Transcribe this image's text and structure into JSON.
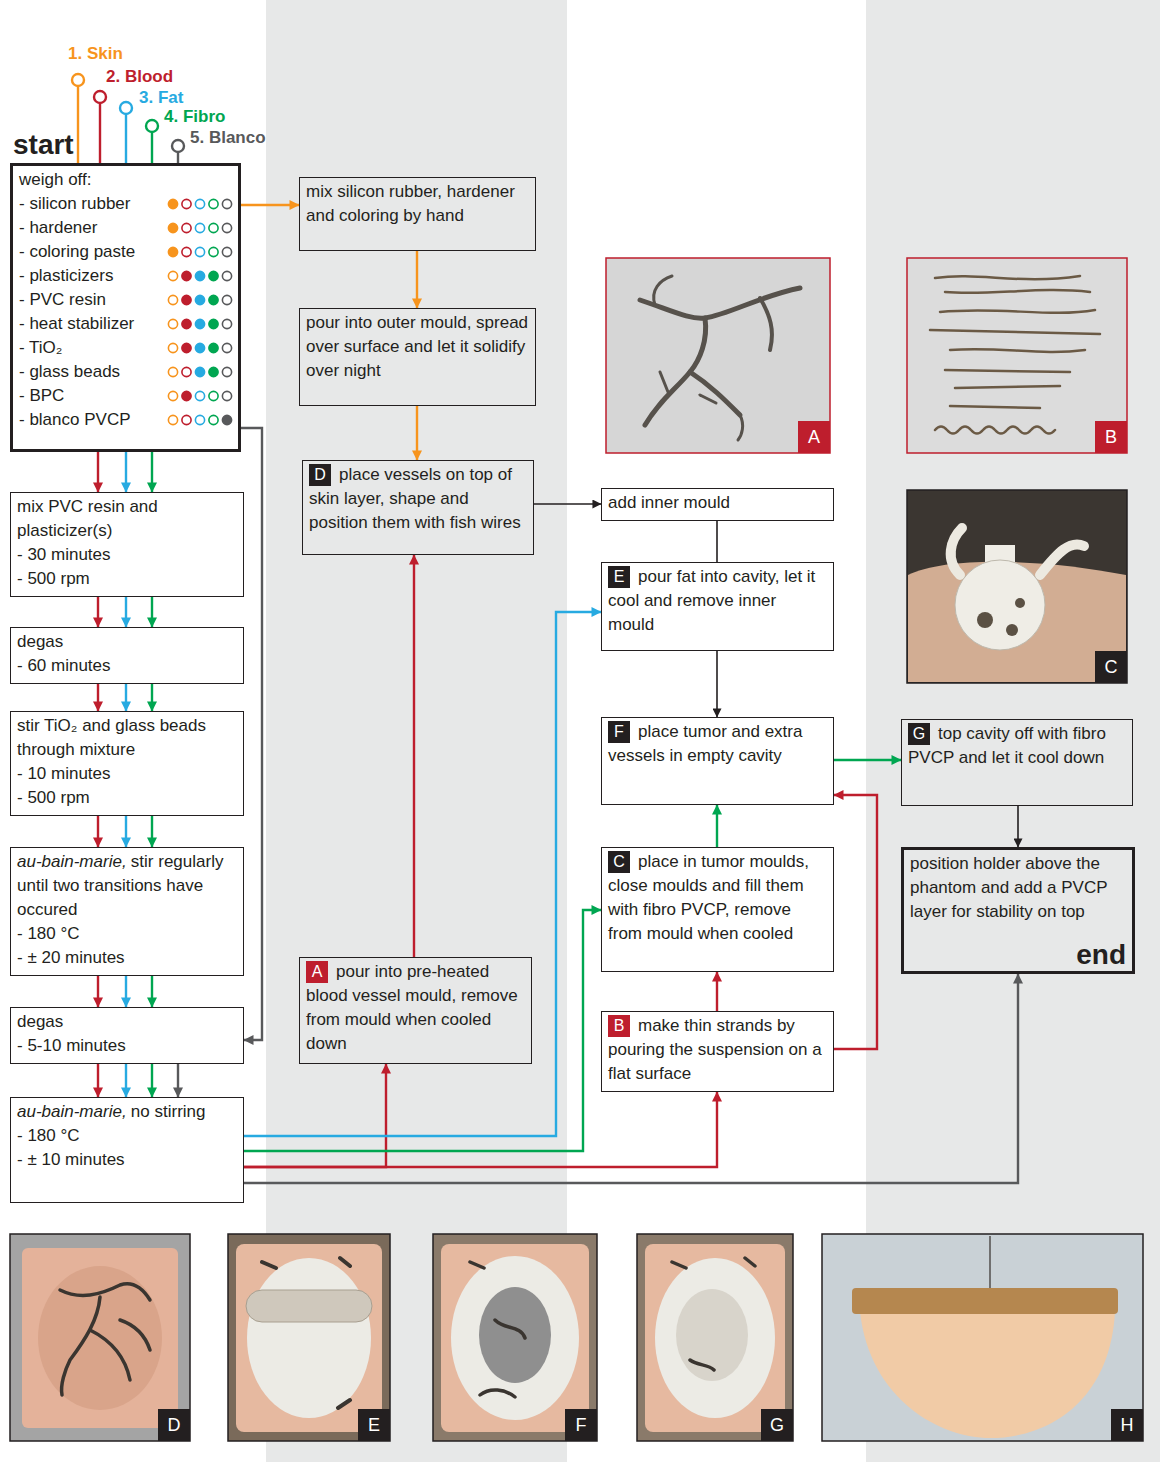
{
  "diagram": {
    "nodes": [
      {
        "text": [
          "start",
          "weigh off:",
          "- silicon rubber",
          "- hardener",
          "- coloring paste",
          "- plasticizers",
          "- PVC resin",
          "- heat stabilizer",
          "- TiO₂",
          "- glass beads",
          "- BPC",
          "- blanco PVCP"
        ]
      },
      {
        "text": [
          "mix PVC resin and plasticizer(s)",
          "- 30 minutes",
          "- 500 rpm"
        ]
      },
      {
        "text": [
          "degas",
          "- 60 minutes"
        ]
      },
      {
        "text": [
          "stir TiO₂ and glass beads through mixture",
          "- 10 minutes",
          "- 500 rpm"
        ]
      },
      {
        "text": [
          "au-bain-marie,",
          "stir regularly until two transitions have occured",
          "- 180 °C",
          "- ± 20 minutes"
        ]
      },
      {
        "text": [
          "degas",
          "- 5-10 minutes"
        ]
      },
      {
        "text": [
          "au-bain-marie,",
          "no stirring",
          "- 180 °C",
          "- ± 10 minutes"
        ]
      },
      {
        "text": [
          "mix silicon rubber, hardener and coloring by hand"
        ]
      },
      {
        "text": [
          "pour into outer mould, spread over surface and let it solidify over night"
        ]
      },
      {
        "text": [
          "D",
          "place vessels on top of skin layer, shape and position them with fish wires"
        ]
      },
      {
        "text": [
          "A",
          "pour into pre-heated blood vessel mould, remove from mould when cooled down"
        ]
      },
      {
        "text": [
          "add inner mould"
        ]
      },
      {
        "text": [
          "E",
          "pour fat into cavity, let it cool and remove inner mould"
        ]
      },
      {
        "text": [
          "F",
          "place tumor and extra vessels in empty cavity"
        ]
      },
      {
        "text": [
          "C",
          "place in tumor moulds, close moulds and fill them with fibro PVCP, remove from mould when cooled"
        ]
      },
      {
        "text": [
          "B",
          "make thin strands by pouring the suspension on a flat surface"
        ]
      },
      {
        "text": [
          "G",
          "top cavity off with fibro PVCP and let it cool down"
        ]
      },
      {
        "text": [
          "position holder above the phantom and add a PVCP layer for stability on top",
          "end"
        ]
      }
    ],
    "edges": [
      {
        "from": 0,
        "to": 7,
        "arrow": "to"
      },
      {
        "from": 0,
        "to": 1,
        "arrow": "to"
      },
      {
        "from": 0,
        "to": 1,
        "arrow": "to"
      },
      {
        "from": 0,
        "to": 1,
        "arrow": "to"
      },
      {
        "from": 1,
        "to": 2,
        "arrow": "to"
      },
      {
        "from": 1,
        "to": 2,
        "arrow": "to"
      },
      {
        "from": 1,
        "to": 2,
        "arrow": "to"
      },
      {
        "from": 2,
        "to": 3,
        "arrow": "to"
      },
      {
        "from": 2,
        "to": 3,
        "arrow": "to"
      },
      {
        "from": 2,
        "to": 3,
        "arrow": "to"
      },
      {
        "from": 3,
        "to": 4,
        "arrow": "to"
      },
      {
        "from": 3,
        "to": 4,
        "arrow": "to"
      },
      {
        "from": 3,
        "to": 4,
        "arrow": "to"
      },
      {
        "from": 4,
        "to": 5,
        "arrow": "to"
      },
      {
        "from": 4,
        "to": 5,
        "arrow": "to"
      },
      {
        "from": 4,
        "to": 5,
        "arrow": "to"
      },
      {
        "from": 0,
        "to": 5,
        "arrow": "to"
      },
      {
        "from": 5,
        "to": 6,
        "arrow": "to"
      },
      {
        "from": 5,
        "to": 6,
        "arrow": "to"
      },
      {
        "from": 5,
        "to": 6,
        "arrow": "to"
      },
      {
        "from": 5,
        "to": 6,
        "arrow": "to"
      },
      {
        "from": 7,
        "to": 8,
        "arrow": "to"
      },
      {
        "from": 8,
        "to": 9,
        "arrow": "to"
      },
      {
        "from": 9,
        "to": 11,
        "arrow": "to"
      },
      {
        "from": 11,
        "to": 12,
        "arrow": "none"
      },
      {
        "from": 12,
        "to": 13,
        "arrow": "to"
      },
      {
        "from": 10,
        "to": 9,
        "arrow": "to"
      },
      {
        "from": 6,
        "to": 10,
        "arrow": "to"
      },
      {
        "from": 6,
        "to": 15,
        "arrow": "to"
      },
      {
        "from": 6,
        "to": 12,
        "arrow": "to"
      },
      {
        "from": 6,
        "to": 14,
        "arrow": "to"
      },
      {
        "from": 6,
        "to": 17,
        "arrow": "to"
      },
      {
        "from": 15,
        "to": 14,
        "arrow": "to"
      },
      {
        "from": 14,
        "to": 13,
        "arrow": "to"
      },
      {
        "from": 15,
        "to": 13,
        "arrow": "to"
      },
      {
        "from": 13,
        "to": 16,
        "arrow": "to"
      },
      {
        "from": 16,
        "to": 17,
        "arrow": "to"
      }
    ],
    "labels": [
      "1. Skin",
      "2. Blood",
      "3. Fat",
      "4. Fibro",
      "5. Blanco",
      "A",
      "B",
      "C",
      "D",
      "E",
      "F",
      "G",
      "H"
    ]
  }
}
